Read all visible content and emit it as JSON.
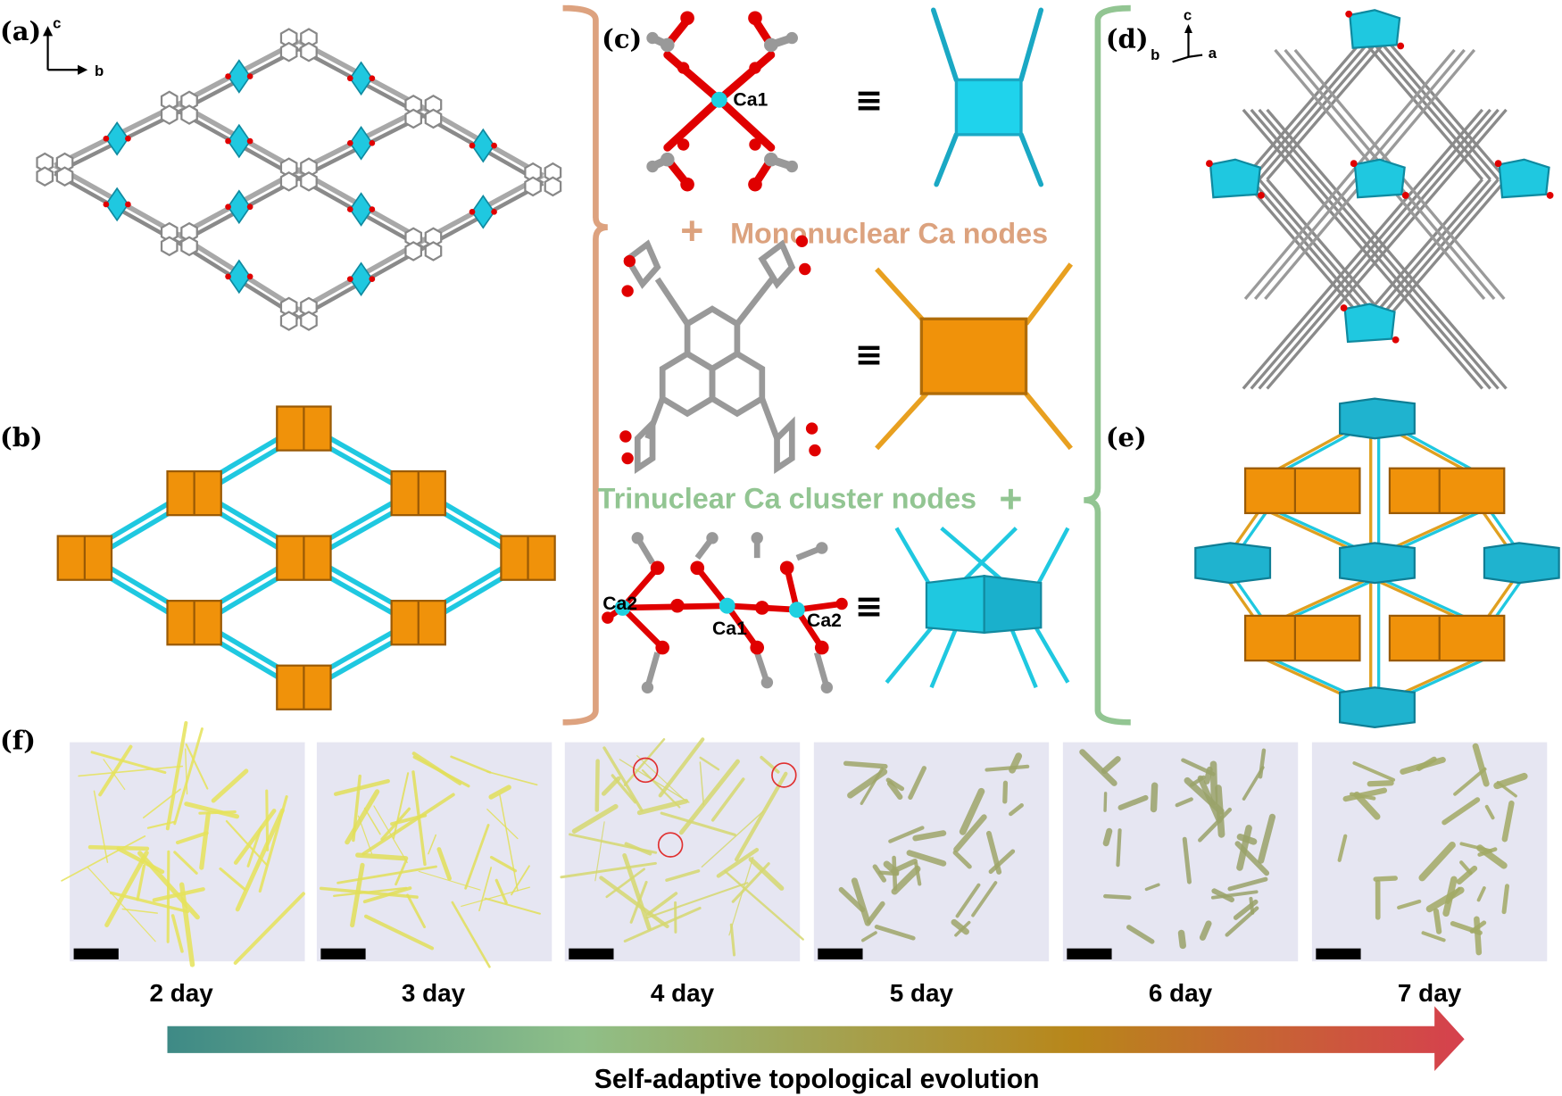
{
  "panels": {
    "a": "(a)",
    "b": "(b)",
    "c": "(c)",
    "d": "(d)",
    "e": "(e)",
    "f": "(f)"
  },
  "axes_a": {
    "up": "c",
    "right": "b"
  },
  "axes_d": {
    "up": "c",
    "left": "b",
    "right": "a"
  },
  "atoms": {
    "ca1_top": "Ca1",
    "ca2_left": "Ca2",
    "ca1_mid": "Ca1",
    "ca2_right": "Ca2"
  },
  "equiv_symbol": "≡",
  "mononuclear": {
    "plus": "+",
    "label": "Mononuclear Ca nodes"
  },
  "trinuclear": {
    "label": "Trinuclear Ca cluster nodes",
    "plus": "+"
  },
  "days": [
    "2 day",
    "3 day",
    "4 day",
    "5 day",
    "6 day",
    "7 day"
  ],
  "arrow_caption": "Self-adaptive topological evolution",
  "colors": {
    "cyan": "#1fc8e0",
    "orange": "#f0920a",
    "bracket_orange": "#dda27f",
    "bracket_green": "#92c592",
    "carbon": "#9a9a9a",
    "oxygen": "#e00000",
    "gradient": [
      "#3e8a86",
      "#8fbf88",
      "#b8861a",
      "#d6404e"
    ]
  }
}
